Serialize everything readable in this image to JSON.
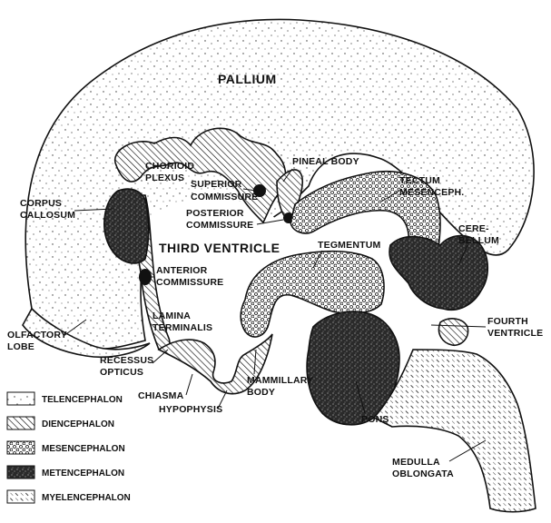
{
  "regions": {
    "pallium": "PALLIUM",
    "third_ventricle": "THIRD VENTRICLE"
  },
  "labels": {
    "chorioid_plexus": [
      "CHORIOID",
      "PLEXUS"
    ],
    "pineal_body": "PINEAL BODY",
    "superior_commissure": [
      "SUPERIOR",
      "COMMISSURE"
    ],
    "tectum_mesenceph": [
      "TECTUM",
      "MESENCEPH."
    ],
    "corpus_callosum": [
      "CORPUS",
      "CALLOSUM"
    ],
    "posterior_commissure": [
      "POSTERIOR",
      "COMMISSURE"
    ],
    "cerebellum": [
      "CERE-",
      "BELLUM"
    ],
    "tegmentum": "TEGMENTUM",
    "anterior_commissure": [
      "ANTERIOR",
      "COMMISSURE"
    ],
    "lamina_terminalis": [
      "LAMINA",
      "TERMINALIS"
    ],
    "fourth_ventricle": [
      "FOURTH",
      "VENTRICLE"
    ],
    "olfactory_lobe": [
      "OLFACTORY",
      "LOBE"
    ],
    "recessus_opticus": [
      "RECESSUS",
      "OPTICUS"
    ],
    "mammillary_body": [
      "MAMMILLARY",
      "BODY"
    ],
    "chiasma": "CHIASMA",
    "hypophysis": "HYPOPHYSIS",
    "pons": "PONS",
    "medulla_oblongata": [
      "MEDULLA",
      "OBLONGATA"
    ]
  },
  "legend": [
    {
      "label": "TELENCEPHALON",
      "pattern": "pat-tel"
    },
    {
      "label": "DIENCEPHALON",
      "pattern": "pat-di"
    },
    {
      "label": "MESENCEPHALON",
      "pattern": "pat-mes"
    },
    {
      "label": "METENCEPHALON",
      "pattern": "pat-met"
    },
    {
      "label": "MYELENCEPHALON",
      "pattern": "pat-mye"
    }
  ]
}
